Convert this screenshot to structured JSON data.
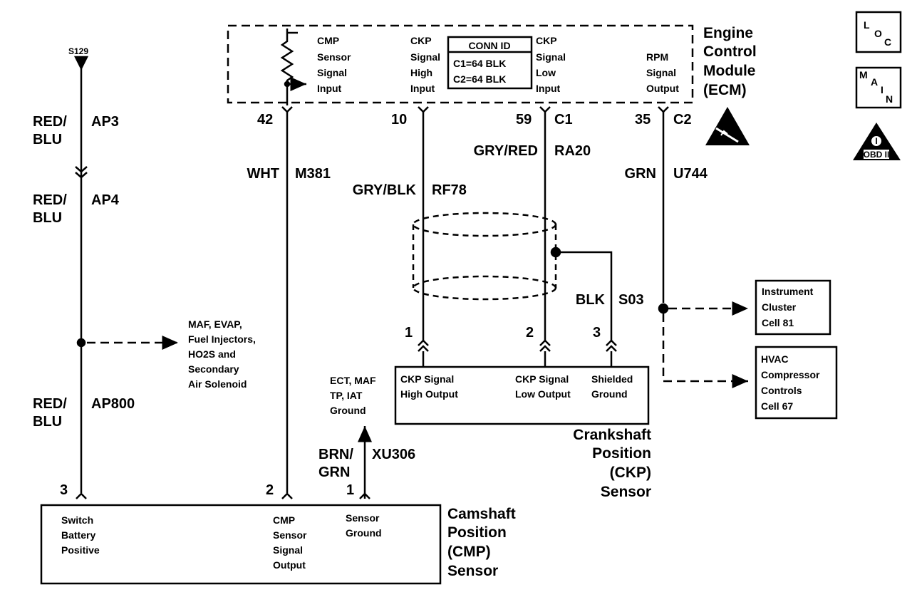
{
  "ecm": {
    "title": [
      "Engine",
      "Control",
      "Module",
      "(ECM)"
    ],
    "cmp_input": [
      "CMP",
      "Sensor",
      "Signal",
      "Input"
    ],
    "ckp_high_input": [
      "CKP",
      "Signal",
      "High",
      "Input"
    ],
    "conn_id": [
      "CONN ID",
      "C1=64 BLK",
      "C2=64 BLK"
    ],
    "ckp_low_input": [
      "CKP",
      "Signal",
      "Low",
      "Input"
    ],
    "rpm_output": [
      "RPM",
      "Signal",
      "Output"
    ]
  },
  "splice": "S129",
  "wires": {
    "ap3": {
      "color": [
        "RED/",
        "BLU"
      ],
      "circuit": "AP3"
    },
    "ap4": {
      "color": [
        "RED/",
        "BLU"
      ],
      "circuit": "AP4"
    },
    "ap800": {
      "color": [
        "RED/",
        "BLU"
      ],
      "circuit": "AP800"
    },
    "m381": {
      "color": "WHT",
      "circuit": "M381"
    },
    "rf78": {
      "color": "GRY/BLK",
      "circuit": "RF78"
    },
    "ra20": {
      "color": "GRY/RED",
      "circuit": "RA20"
    },
    "u744": {
      "color": "GRN",
      "circuit": "U744"
    },
    "s03": {
      "color": "BLK",
      "circuit": "S03"
    },
    "xu306": {
      "color": [
        "BRN/",
        "GRN"
      ],
      "circuit": "XU306"
    }
  },
  "pins": {
    "ecm_42": "42",
    "ecm_10": "10",
    "ecm_59": "59",
    "c1": "C1",
    "ecm_35": "35",
    "c2": "C2",
    "ckp_1": "1",
    "ckp_2": "2",
    "ckp_3": "3",
    "cmp_3": "3",
    "cmp_2": "2",
    "cmp_1": "1"
  },
  "refs": {
    "maf": [
      "MAF, EVAP,",
      "Fuel Injectors,",
      "HO2S and",
      "Secondary",
      "Air Solenoid"
    ],
    "ect": [
      "ECT, MAF",
      "TP, IAT",
      "Ground"
    ],
    "ic": [
      "Instrument",
      "Cluster",
      "Cell 81"
    ],
    "hvac": [
      "HVAC",
      "Compressor",
      "Controls",
      "Cell 67"
    ]
  },
  "ckp_sensor": {
    "high": [
      "CKP Signal",
      "High Output"
    ],
    "low": [
      "CKP Signal",
      "Low Output"
    ],
    "shield": [
      "Shielded",
      "Ground"
    ],
    "title": [
      "Crankshaft",
      "Position",
      "(CKP)",
      "Sensor"
    ]
  },
  "cmp_sensor": {
    "switch": [
      "Switch",
      "Battery",
      "Positive"
    ],
    "signal": [
      "CMP",
      "Sensor",
      "Signal",
      "Output"
    ],
    "ground": [
      "Sensor",
      "Ground"
    ],
    "title": [
      "Camshaft",
      "Position",
      "(CMP)",
      "Sensor"
    ]
  },
  "icons": {
    "loc": [
      "L",
      "O",
      "C"
    ],
    "main": [
      "M",
      "A",
      "I",
      "N"
    ],
    "obd": [
      "OBD II"
    ],
    "esd": "esd-warning-icon"
  }
}
